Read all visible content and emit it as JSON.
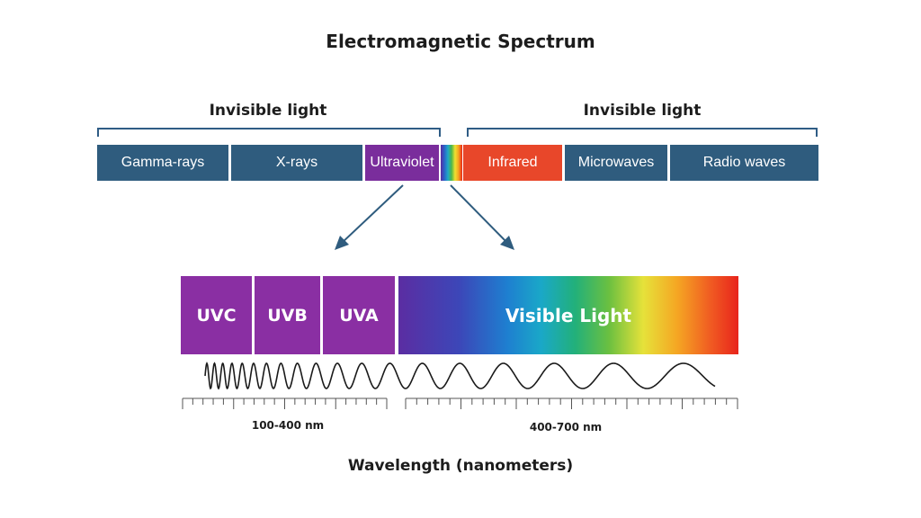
{
  "title": "Electromagnetic Spectrum",
  "left_group_label": "Invisible light",
  "right_group_label": "Invisible light",
  "bands": {
    "gamma": "Gamma-rays",
    "xrays": "X-rays",
    "ultraviolet": "Ultraviolet",
    "infrared": "Infrared",
    "microwaves": "Microwaves",
    "radio": "Radio waves"
  },
  "uv_bands": {
    "uvc": "UVC",
    "uvb": "UVB",
    "uva": "UVA"
  },
  "visible_label": "Visible Light",
  "uv_range": "100-400 nm",
  "visible_range": "400-700 nm",
  "axis_title": "Wavelength (nanometers)",
  "colors": {
    "band_blue": "#2f5c7e",
    "ultraviolet": "#7a2d9c",
    "infrared": "#e8472a",
    "uv_sub": "#8a2fa3",
    "arrow": "#2f5c7e"
  }
}
